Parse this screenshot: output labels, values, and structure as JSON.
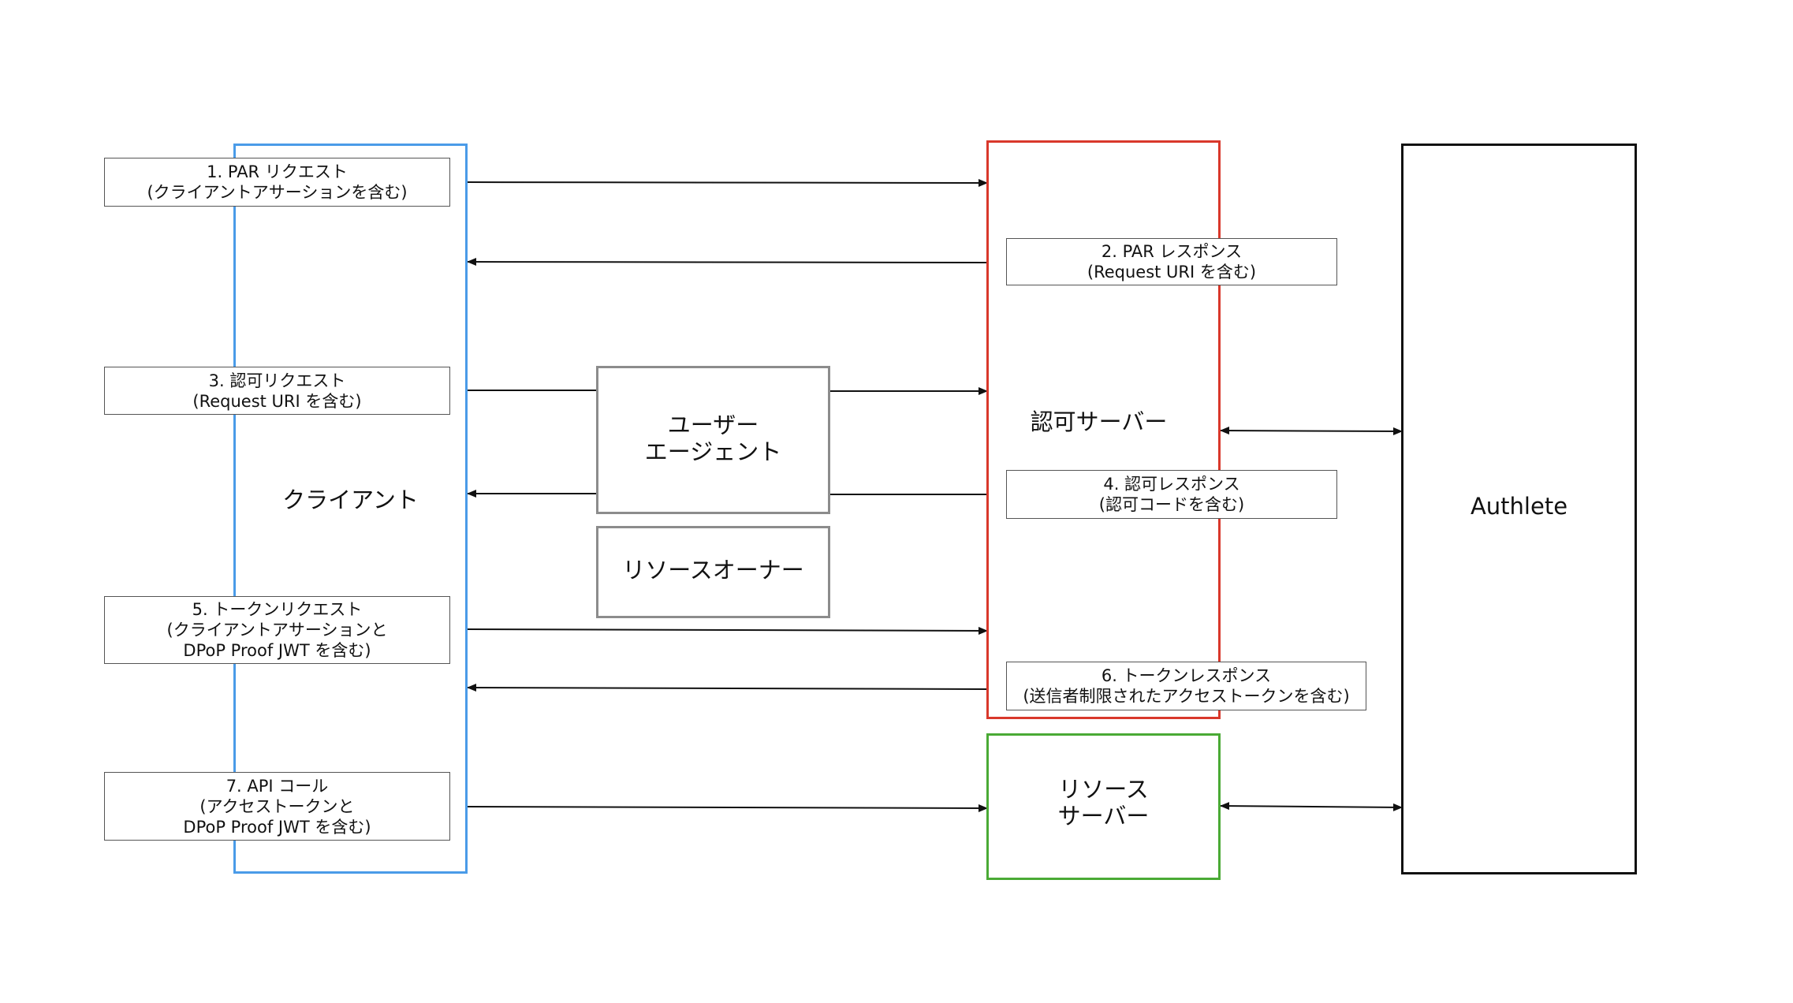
{
  "colors": {
    "client": "#4a9be8",
    "auth_server": "#d9382b",
    "resource_server": "#4aaa35",
    "user_agent": "#8c8c8c",
    "authlete": "#111111",
    "arrow": "#111111"
  },
  "nodes": {
    "client": "クライアント",
    "auth_server": "認可サーバー",
    "resource_server": "リソース\nサーバー",
    "user_agent": "ユーザー\nエージェント",
    "resource_owner": "リソースオーナー",
    "authlete": "Authlete"
  },
  "messages": {
    "m1": "1.  PAR リクエスト\n(クライアントアサーションを含む)",
    "m2": "2. PAR レスポンス\n(Request URI を含む)",
    "m3": "3. 認可リクエスト\n(Request URI を含む)",
    "m4": "4. 認可レスポンス\n(認可コードを含む)",
    "m5": "5. トークンリクエスト\n(クライアントアサーションと\nDPoP Proof JWT を含む)",
    "m6": "6. トークンレスポンス\n(送信者制限されたアクセストークンを含む)",
    "m7": "7. API コール\n(アクセストークンと\nDPoP Proof JWT を含む)"
  }
}
